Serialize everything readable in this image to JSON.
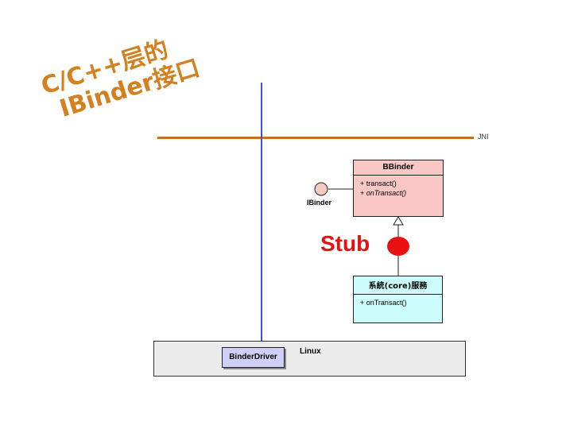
{
  "title": {
    "line1": "C/C++层的",
    "line2": "IBinder接口"
  },
  "jni_label": "JNI",
  "bbinder": {
    "name": "BBinder",
    "members": [
      "+ transact()",
      "+ onTransact()"
    ]
  },
  "ibinder_label": "IBinder",
  "stub_label": "Stub",
  "core_service": {
    "name": "系統(core)服務",
    "members": [
      "+ onTransact()"
    ]
  },
  "linux_label": "Linux",
  "binder_driver_label": "BinderDriver",
  "colors": {
    "title": "#d4801e",
    "jni_line": "#c8701c",
    "vertical_line": "#3f4fe0",
    "bbinder_fill": "#f9c8c4",
    "core_fill": "#ccfcfc",
    "stub": "#e81010",
    "driver_fill": "#cfcff7",
    "linux_fill": "#ebebeb"
  }
}
